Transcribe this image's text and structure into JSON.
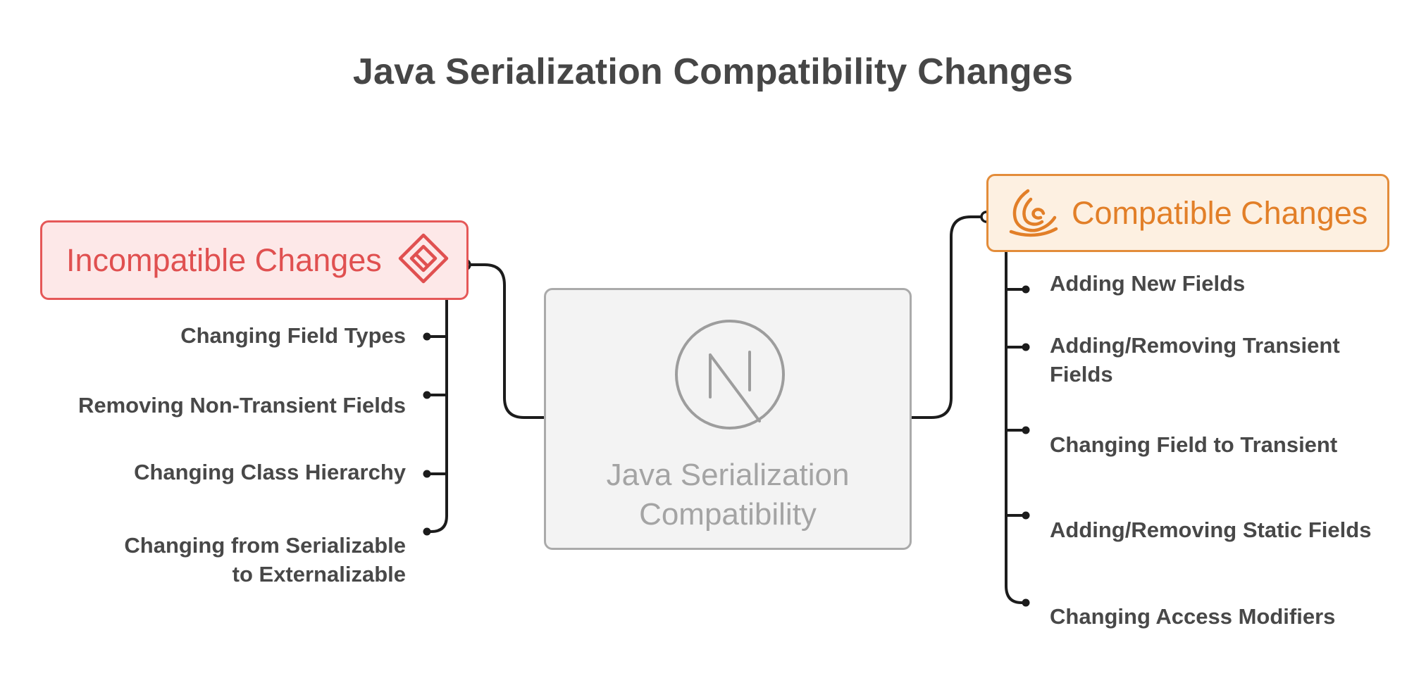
{
  "title": "Java Serialization Compatibility Changes",
  "center": {
    "label": "Java Serialization Compatibility",
    "icon": "n-circle-icon"
  },
  "incompatible": {
    "label": "Incompatible Changes",
    "icon": "diamond-shapes-icon",
    "color": "#e05050",
    "items": [
      "Changing Field Types",
      "Removing Non-Transient Fields",
      "Changing Class Hierarchy",
      "Changing from Serializable to Externalizable"
    ]
  },
  "compatible": {
    "label": "Compatible Changes",
    "icon": "swirl-hand-icon",
    "color": "#e27f28",
    "items": [
      "Adding New Fields",
      "Adding/Removing Transient Fields",
      "Changing Field to Transient",
      "Adding/Removing Static Fields",
      "Changing Access Modifiers"
    ]
  }
}
